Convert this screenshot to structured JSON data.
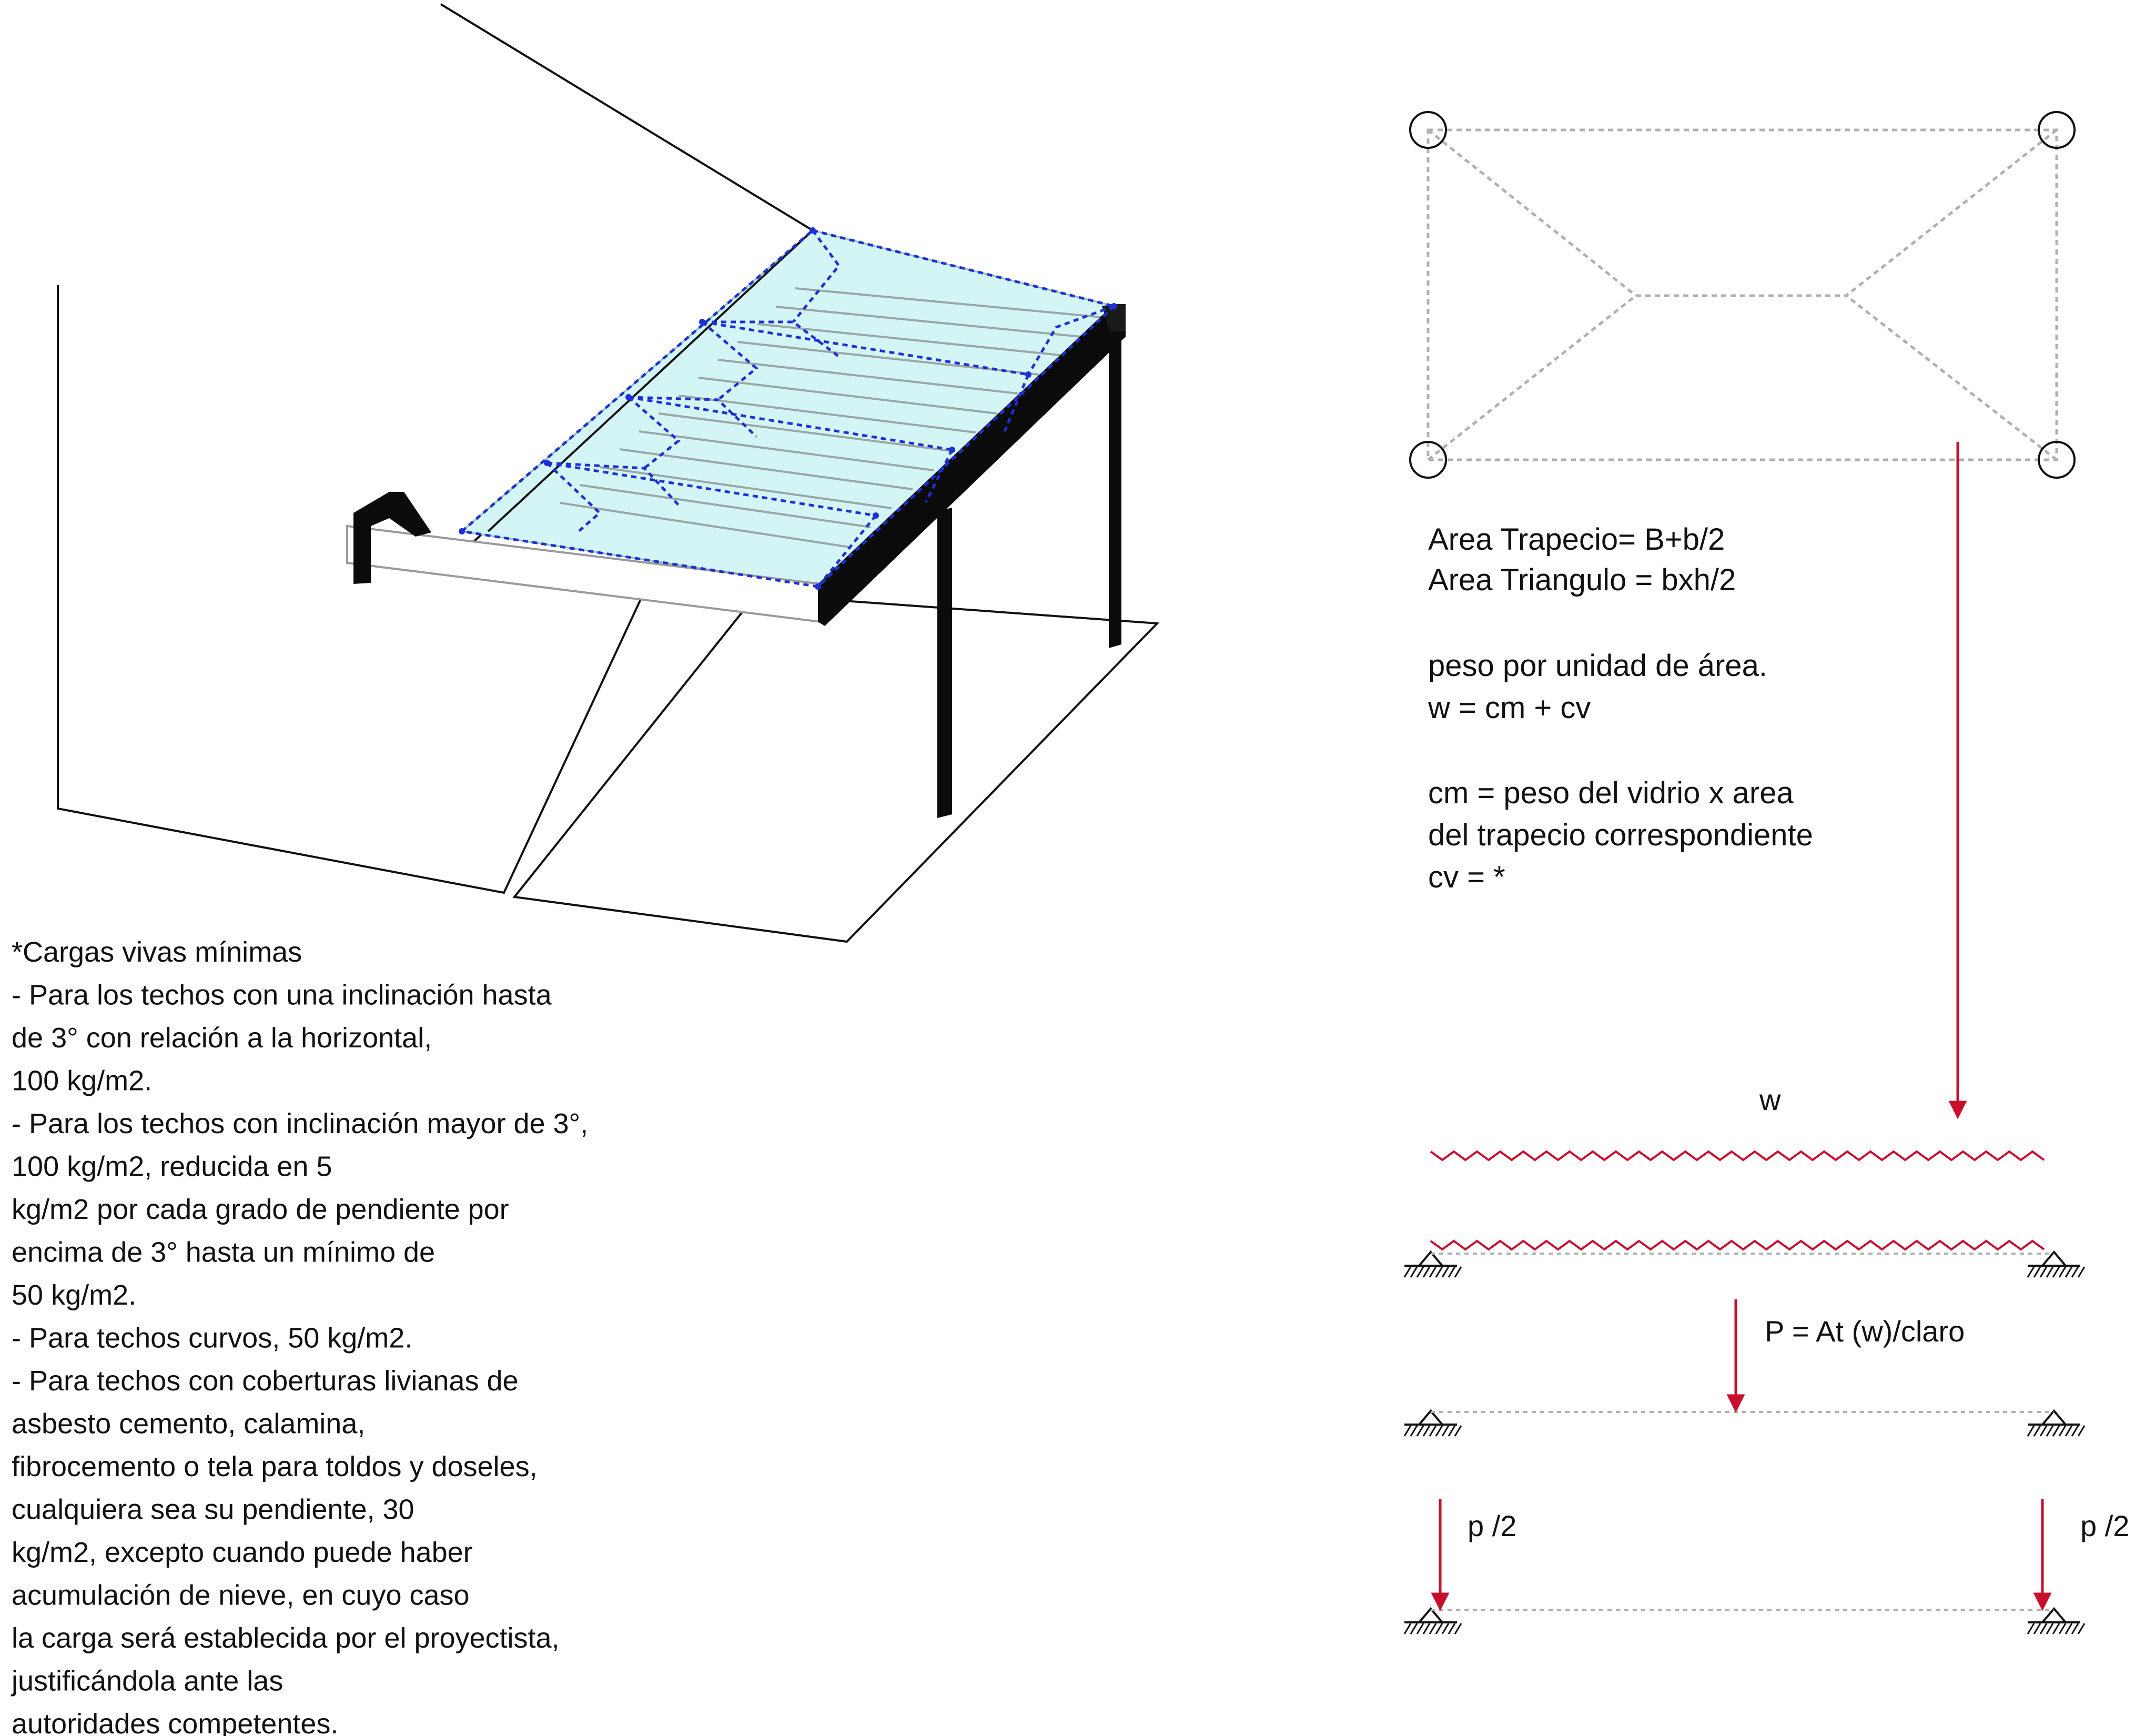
{
  "notes": {
    "lines": [
      "*Cargas vivas mínimas",
      "- Para los techos con una inclinación hasta",
      "de 3° con relación a la horizontal,",
      "100 kg/m2.",
      "- Para los techos con inclinación mayor de 3°,",
      "100 kg/m2, reducida en 5",
      "kg/m2 por cada grado de pendiente por",
      "encima de 3° hasta un mínimo de",
      "50 kg/m2.",
      "- Para techos curvos, 50 kg/m2.",
      "- Para techos con coberturas livianas de",
      "asbesto cemento, calamina,",
      "fibrocemento o tela para toldos y doseles,",
      "cualquiera sea su pendiente, 30",
      "kg/m2, excepto cuando puede haber",
      "acumulación de nieve, en cuyo caso",
      "la carga será establecida por el proyectista,",
      "justificándola ante las",
      "autoridades competentes."
    ]
  },
  "formulas": {
    "area_trapecio": "Area Trapecio= B+b/2",
    "area_triangulo": "Area Triangulo = bxh/2",
    "peso_label": "peso por unidad de área.",
    "w_formula": "w = cm + cv",
    "cm_line1": "cm = peso del vidrio x area",
    "cm_line2": "del trapecio correspondiente",
    "cv_formula": "cv = *"
  },
  "load_diagram": {
    "w_label": "w",
    "point_load_label": "P = At (w)/claro",
    "left_reaction_label": "p /2",
    "right_reaction_label": "p /2"
  },
  "colors": {
    "load_arrow": "#c8102e",
    "tributary_lines": "#1f2fd6",
    "glass_fill": "#d4f5f5",
    "dotted_outline": "#b0b0b0",
    "structure": "#0b0b0b"
  }
}
